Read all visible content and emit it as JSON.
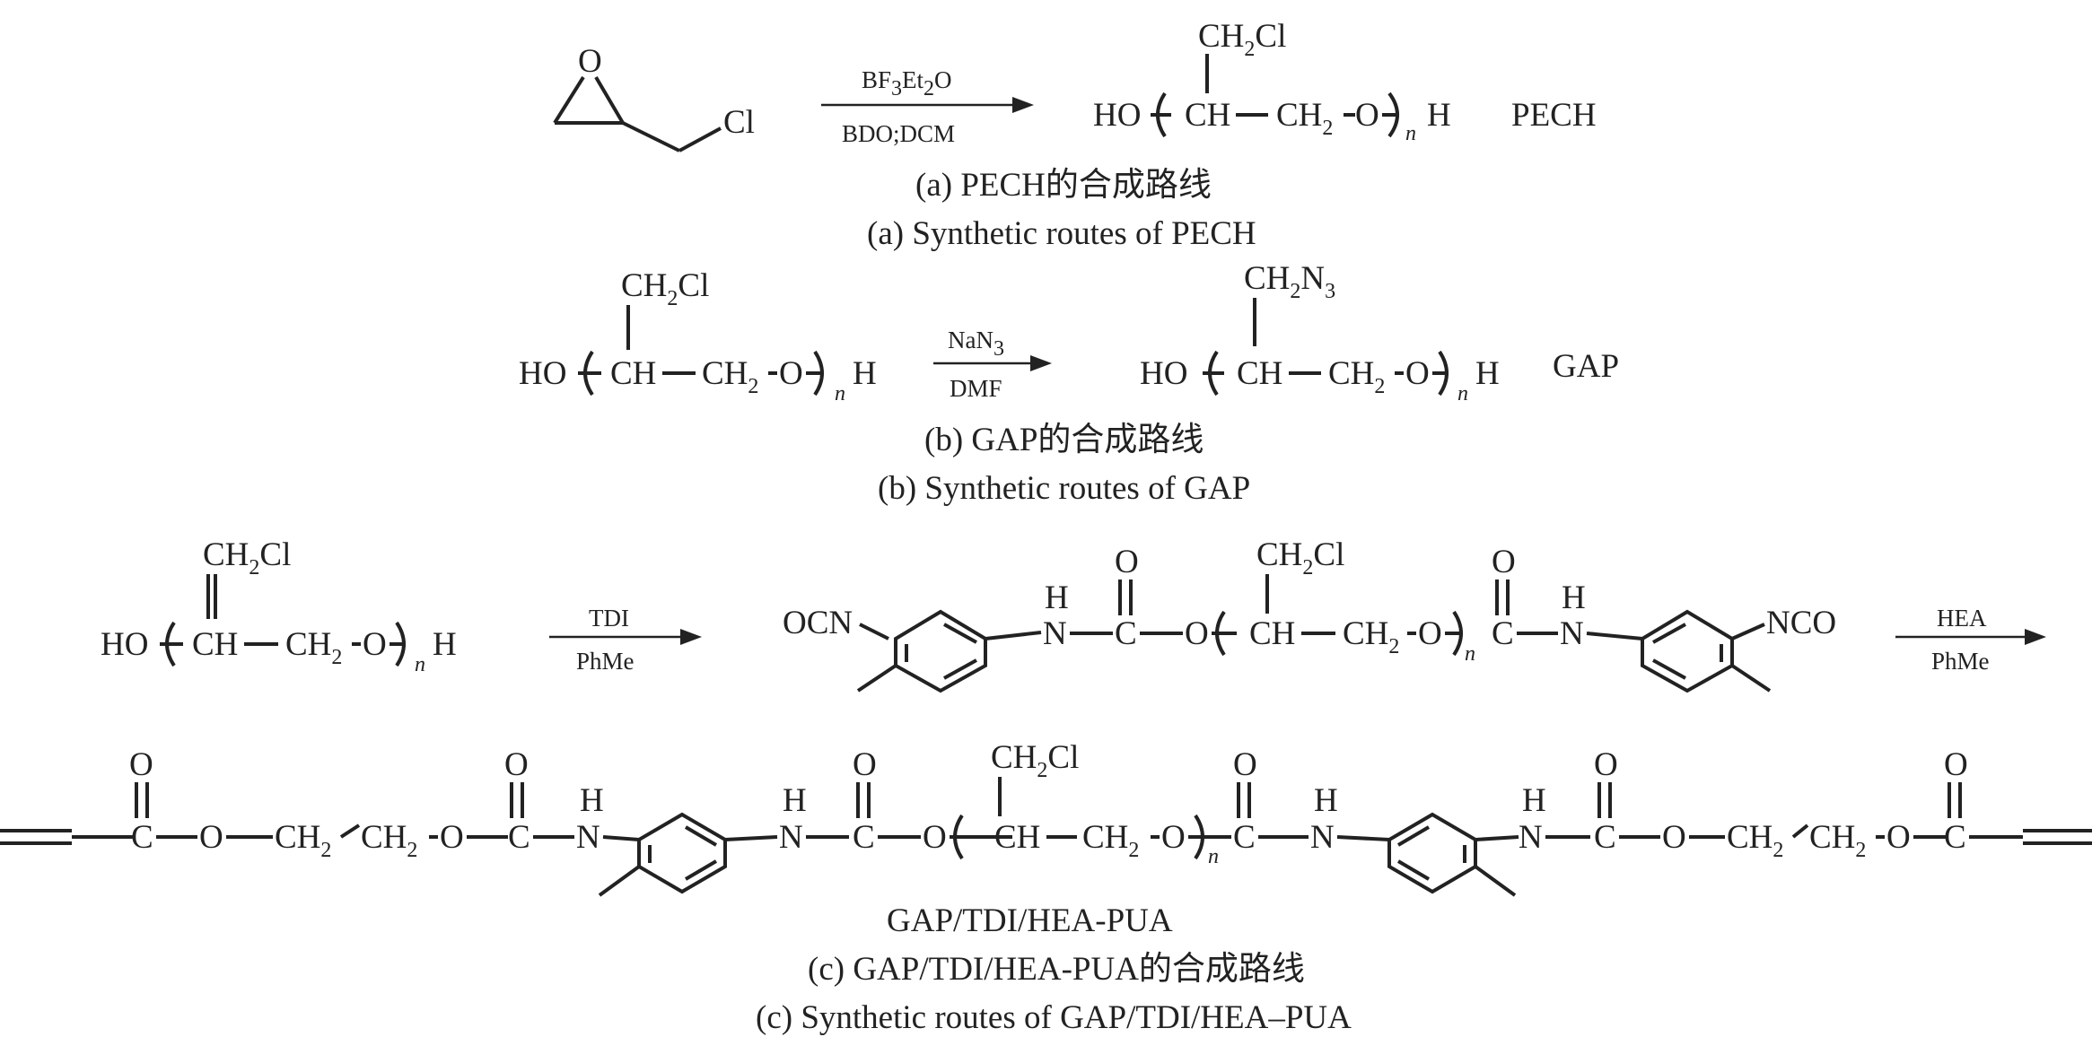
{
  "reaction_a": {
    "reagent_top": "BF",
    "reagent_top_sub1": "3",
    "reagent_top_mid": "Et",
    "reagent_top_sub2": "2",
    "reagent_top_end": "O",
    "reagent_bottom": "BDO;DCM",
    "epoxide_o": "O",
    "epoxide_cl": "Cl",
    "side_group": "CH",
    "side_group_sub": "2",
    "side_group_end": "Cl",
    "product_name": "PECH",
    "caption_cn": "(a) PECH的合成路线",
    "caption_en": "(a) Synthetic routes of PECH"
  },
  "reaction_b": {
    "reagent_top": "NaN",
    "reagent_top_sub": "3",
    "reagent_bottom": "DMF",
    "reactant_side": "CH",
    "reactant_side_sub": "2",
    "reactant_side_end": "Cl",
    "product_side": "CH",
    "product_side_sub": "2",
    "product_side_n": "N",
    "product_side_sub2": "3",
    "product_name": "GAP",
    "caption_cn": "(b) GAP的合成路线",
    "caption_en": "(b) Synthetic routes of GAP"
  },
  "reaction_c": {
    "reagent1_top": "TDI",
    "reagent1_bottom": "PhMe",
    "reagent2_top": "HEA",
    "reagent2_bottom": "PhMe",
    "side_group": "CH",
    "side_group_sub": "2",
    "side_group_end": "Cl",
    "ocn": "OCN",
    "nco": "NCO",
    "product_name": "GAP/TDI/HEA-PUA",
    "caption_cn": "(c) GAP/TDI/HEA-PUA的合成路线",
    "caption_en": "(c) Synthetic routes of GAP/TDI/HEA–PUA"
  },
  "atoms": {
    "HO": "HO",
    "H": "H",
    "CH": "CH",
    "CH2": "CH",
    "sub2": "2",
    "O": "O",
    "C": "C",
    "N": "N",
    "n": "n"
  }
}
